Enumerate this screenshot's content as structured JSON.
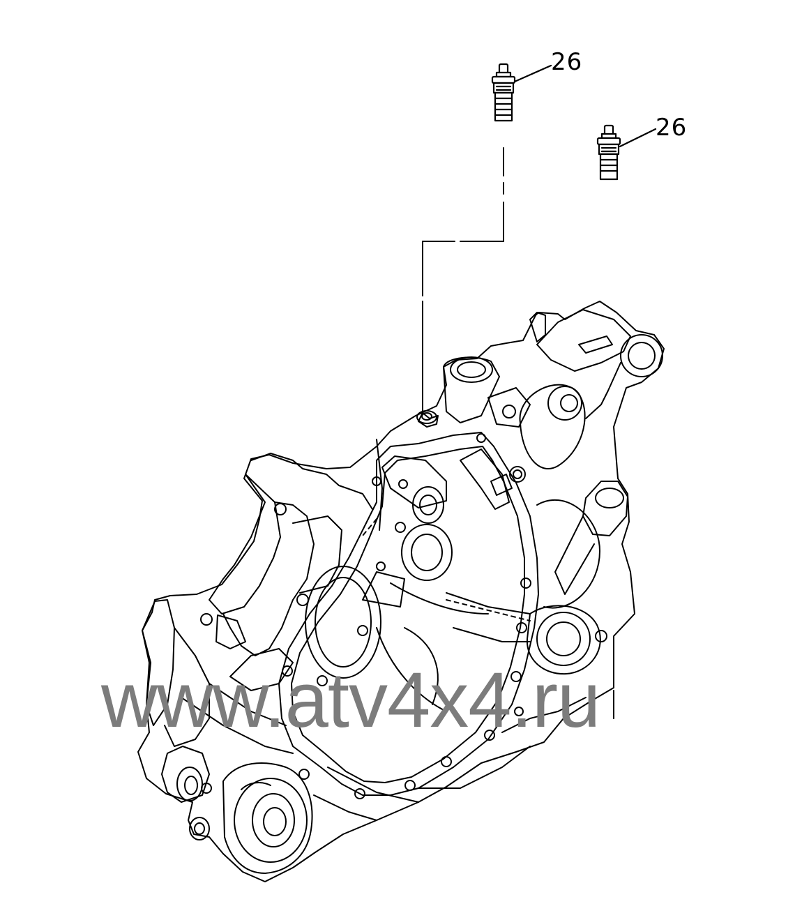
{
  "callouts": [
    {
      "label": "26",
      "part": "bolt"
    },
    {
      "label": "26",
      "part": "bolt"
    }
  ],
  "watermark": "www.atv4x4.ru",
  "colors": {
    "line": "#000000",
    "watermark": "#7c7c7c",
    "background": "#ffffff"
  }
}
